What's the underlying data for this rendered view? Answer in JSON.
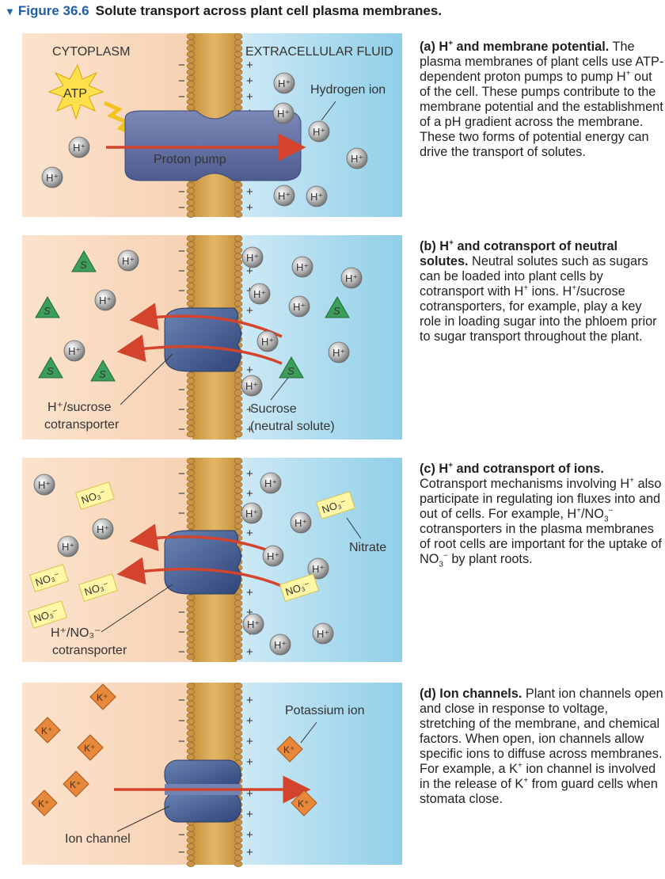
{
  "figure": {
    "label": "Figure 36.6",
    "title": "Solute transport across plant cell plasma membranes."
  },
  "colors": {
    "cytoplasm": "#f8d9bf",
    "extracellular": "#b9e0f0",
    "membrane": "#d6a24a",
    "protein": "#4f6a9c",
    "arrow": "#d4432b",
    "ion_h": "#a8a8a8",
    "sucrose": "#3c9e5b",
    "nitrate": "#fff7a6",
    "potassium": "#e8883a",
    "figure_accent": "#1f5fa8"
  },
  "panels": [
    {
      "id": "a",
      "labels": {
        "cytoplasm": "CYTOPLASM",
        "extracellular": "EXTRACELLULAR FLUID",
        "atp": "ATP",
        "pump": "Proton pump",
        "hydrogen_ion": "Hydrogen ion"
      },
      "caption": {
        "head_text": "(a) H",
        "head_sup": "+",
        "head_rest": " and membrane potential.",
        "text_1": " The plasma membranes of plant cells use ATP-dependent proton pumps to pump H",
        "sup_1": "+",
        "text_2": " out of the cell. These pumps contribute to the membrane potential and the establishment of a pH gradient across the membrane. These two forms of potential energy can drive the transport of solutes."
      }
    },
    {
      "id": "b",
      "labels": {
        "transporter_line1": "H⁺/sucrose",
        "transporter_line2": "cotransporter",
        "sucrose_line1": "Sucrose",
        "sucrose_line2": "(neutral solute)",
        "solute": "S"
      },
      "caption": {
        "head_text": "(b) H",
        "head_sup": "+",
        "head_rest": " and cotransport of neutral solutes.",
        "text_1": " Neutral solutes such as sugars can be loaded into plant cells by cotransport with H",
        "sup_1": "+",
        "text_2": " ions. H",
        "sup_2": "+",
        "text_3": "/sucrose cotransporters, for example, play a key role in loading sugar into the phloem prior to sugar transport throughout the plant."
      }
    },
    {
      "id": "c",
      "labels": {
        "transporter_line1": "H⁺/NO₃⁻",
        "transporter_line2": "cotransporter",
        "nitrate": "Nitrate",
        "nitrate_ion": "NO₃⁻"
      },
      "caption": {
        "head_text": "(c) H",
        "head_sup": "+",
        "head_rest": " and cotransport of ions.",
        "text_1": " Cotransport mechanisms involving H",
        "sup_1": "+",
        "text_2": " also participate in regulating ion fluxes into and out of cells. For example, H",
        "sup_2": "+",
        "text_3": "/NO",
        "sub_3": "3",
        "sup_3": "−",
        "text_4": " cotransporters in the plasma membranes of root cells are important for the uptake of NO",
        "sub_4": "3",
        "sup_4": "−",
        "text_5": " by plant roots."
      }
    },
    {
      "id": "d",
      "labels": {
        "potassium_ion": "Potassium ion",
        "ion_channel": "Ion channel",
        "k_ion": "K⁺"
      },
      "caption": {
        "head_text": "(d) Ion channels.",
        "text_1": " Plant ion channels open and close in response to voltage, stretching of the membrane, and chemical factors. When open, ion channels allow specific ions to diffuse across membranes. For example, a K",
        "sup_1": "+",
        "text_2": " ion channel is involved in the release of K",
        "sup_2": "+",
        "text_3": " from guard cells when stomata close."
      }
    }
  ],
  "symbols": {
    "h_ion": "H⁺",
    "minus": "−",
    "plus": "+"
  }
}
